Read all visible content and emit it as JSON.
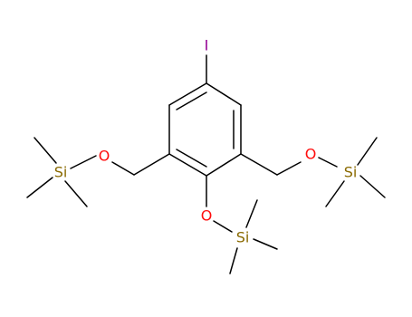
{
  "molecule": {
    "atom_labels": {
      "iodine": "I",
      "oxygen_left": "O",
      "silicon_left": "Si",
      "oxygen_right": "O",
      "silicon_right": "Si",
      "oxygen_bottom": "O",
      "silicon_bottom": "Si"
    },
    "colors": {
      "iodine": "#940094",
      "oxygen": "#ff0d0d",
      "silicon": "#8a6a00",
      "bond": "#000000"
    }
  }
}
